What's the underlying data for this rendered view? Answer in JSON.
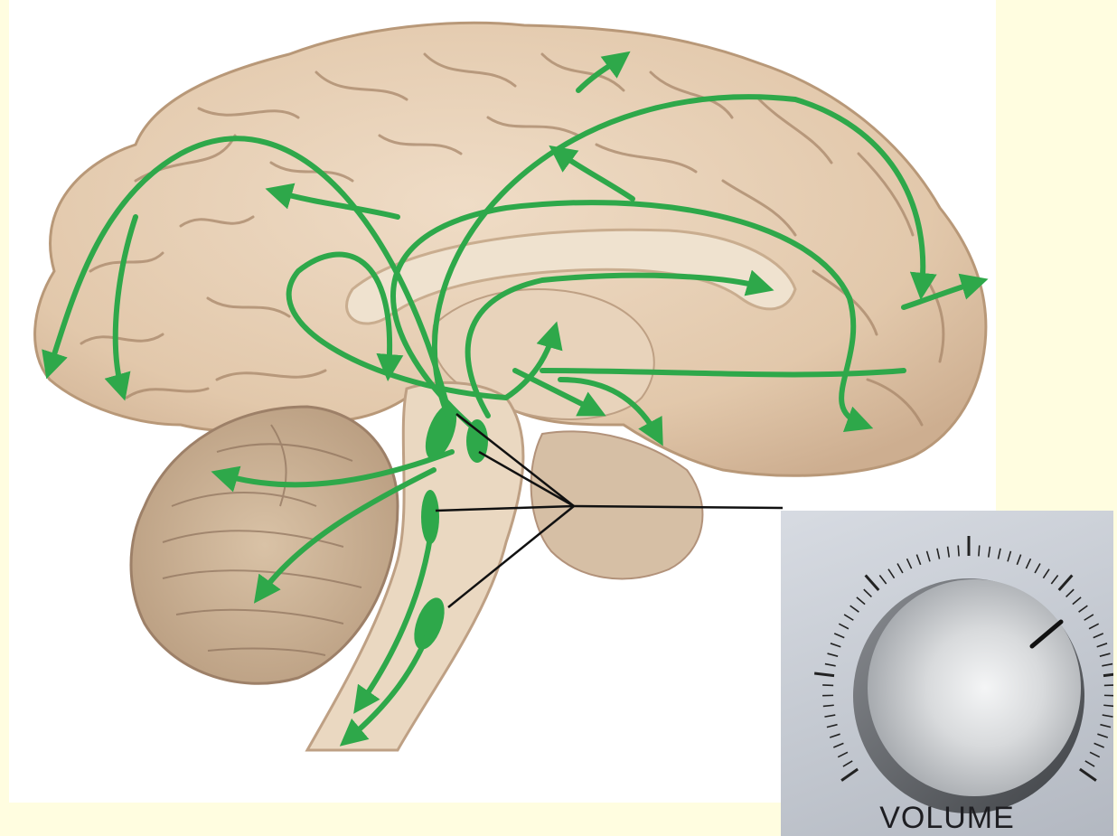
{
  "knob": {
    "label": "VOLUME"
  },
  "colors": {
    "page_background": "#fffde0",
    "pathway_green": "#2ea84a",
    "brain_tissue": "#e6cfb4",
    "knob_silver": "#d9dbde"
  },
  "icons": [
    "brain-illustration",
    "pathway-arrows",
    "volume-knob"
  ]
}
